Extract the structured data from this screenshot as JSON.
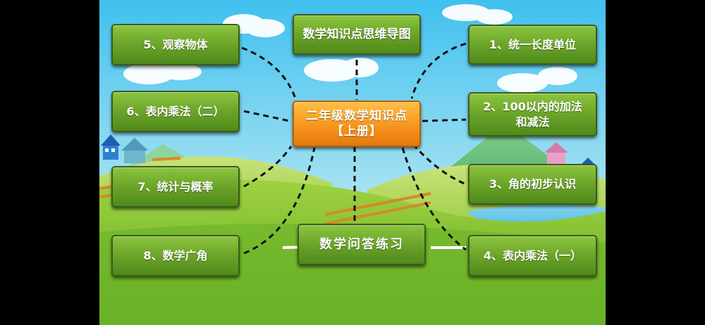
{
  "colors": {
    "node_green": "#6da52a",
    "center_orange": "#f7961e",
    "sky": "#59c9ef",
    "grass": "#8cc63f"
  },
  "title": "数学知识点思维导图",
  "center": {
    "line1": "二年级数学知识点",
    "line2": "【上册】"
  },
  "practice": "数学问答练习",
  "topics": {
    "t1": "1、统一长度单位",
    "t2": "2、100以内的加法\n和减法",
    "t3": "3、角的初步认识",
    "t4": "4、表内乘法（一）",
    "t5": "5、观察物体",
    "t6": "6、表内乘法（二）",
    "t7": "7、统计与概率",
    "t8": "8、数学广角"
  }
}
